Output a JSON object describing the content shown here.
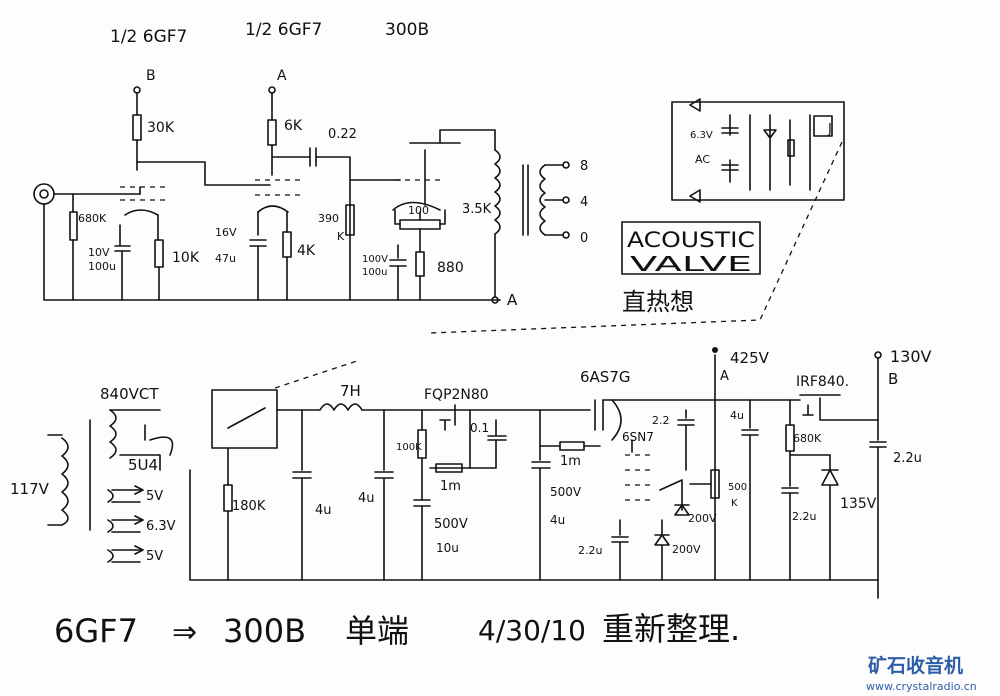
{
  "upper": {
    "tube_v1_title": "1/2 6GF7",
    "tube_v2_title": "1/2 6GF7",
    "tube_out_title": "300B",
    "node_b": "B",
    "node_a": "A",
    "r_plate1": "30K",
    "r_plate2": "6K",
    "c_couple": "0.22",
    "r_grid": "680K",
    "c_k1_volt": "10V",
    "c_k1_val": "100u",
    "r_k1": "10K",
    "c_k2_volt": "16V",
    "c_k2_val": "47u",
    "r_k2": "4K",
    "r_g3": "390",
    "r_g3_unit": "K",
    "pot_hum": "100",
    "c_k3_volt": "100V",
    "c_k3_val": "100u",
    "r_k3": "880",
    "opt_primary": "3.5K",
    "tap_8": "8",
    "tap_4": "4",
    "tap_0": "0",
    "node_a_bottom": "A"
  },
  "inset": {
    "label_6v3": "6.3V",
    "label_ac": "AC",
    "label_j": "J"
  },
  "logo": {
    "line1": "ACOUSTIC",
    "line2": "VALVE"
  },
  "signature": "直热想",
  "supply": {
    "pt_secondary": "840VCT",
    "rectifier": "5U4",
    "mains": "117V",
    "tap_5v": "5V",
    "tap_6v3": "6.3V",
    "tap_5v_b": "5V",
    "r_bleed": "180K",
    "choke": "7H",
    "c1": "4u",
    "c2": "4u",
    "mosfet1": "FQP2N80",
    "c_bypass": "0.1",
    "r_100k": "100K",
    "r_1m": "1m",
    "c3_volt": "500V",
    "c3_val": "10u",
    "reg_tube": "6AS7G",
    "r_1m_b": "1m",
    "c4_volt": "500V",
    "c4_val": "4u",
    "c_2u2": "2.2",
    "bias_tube": "6SN7",
    "zener1": "200V",
    "zener2": "200V",
    "c_2u2_b": "2.2u",
    "c_4u": "4u",
    "pot_500k": "500",
    "pot_500k_unit": "K",
    "node_425": "425V",
    "node_a": "A",
    "mosfet2": "IRF840.",
    "r_680k": "680K",
    "c_2u2_c": "2.2u",
    "zener_135": "135V",
    "node_130": "130V",
    "node_b": "B",
    "c_out": "2.2u"
  },
  "caption": {
    "left": "6GF7",
    "arrow": "⇒",
    "right": "300B",
    "cn1": "单端",
    "date": "4/30/10",
    "cn2": "重新整理."
  },
  "watermark": {
    "cn": "矿石收音机",
    "url": "www.crystalradio.cn",
    "color": "#2e5ea8"
  }
}
